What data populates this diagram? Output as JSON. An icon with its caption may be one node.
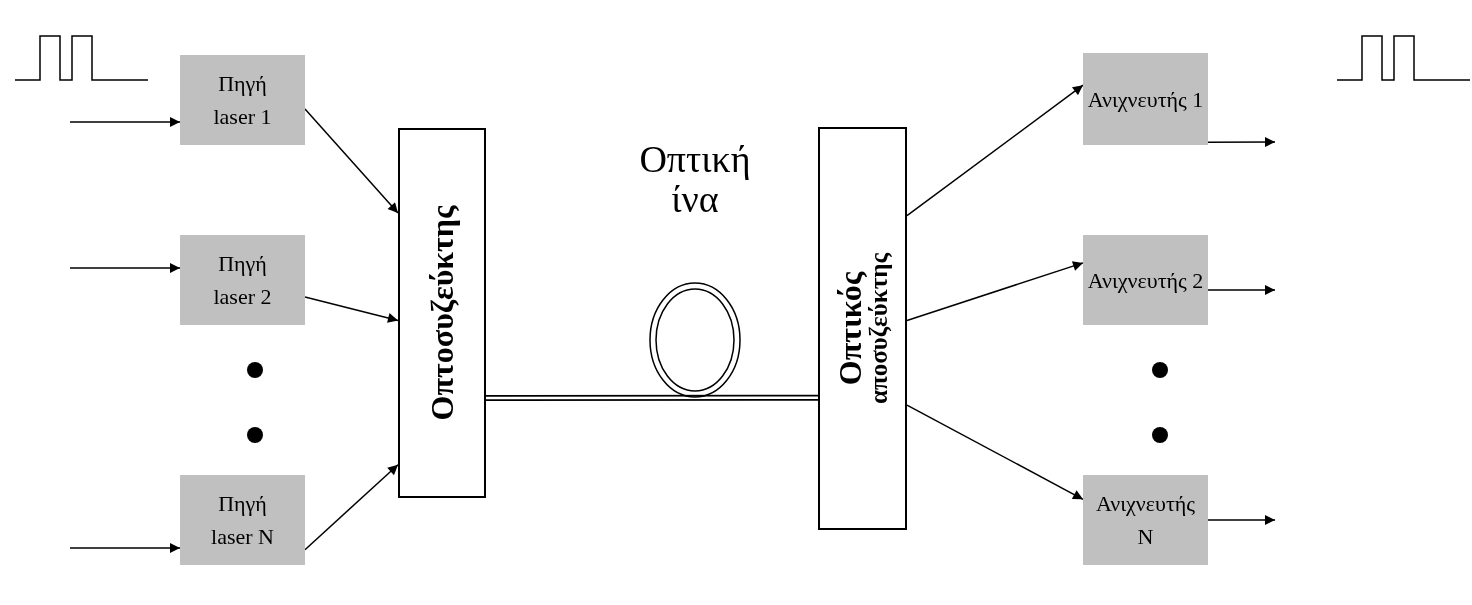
{
  "diagram": {
    "nodes": [
      {
        "text": [
          "Πηγή laser  1"
        ]
      },
      {
        "text": [
          "Πηγή laser  2"
        ]
      },
      {
        "text": [
          "Πηγή laser  N"
        ]
      },
      {
        "text": [
          "Οπτοσυζεύκτης"
        ]
      },
      {
        "text": [
          "Οπτικός",
          "αποσυζεύκτης"
        ]
      },
      {
        "text": [
          "Ανιχνευτής 1"
        ]
      },
      {
        "text": [
          "Ανιχνευτής 2"
        ]
      },
      {
        "text": [
          "Ανιχνευτής N"
        ]
      },
      {
        "text": [
          "Οπτική ίνα"
        ]
      }
    ],
    "edges": [
      {
        "from": null,
        "to": 0,
        "arrow": "to"
      },
      {
        "from": null,
        "to": 1,
        "arrow": "to"
      },
      {
        "from": null,
        "to": 2,
        "arrow": "to"
      },
      {
        "from": 0,
        "to": 3,
        "arrow": "to"
      },
      {
        "from": 1,
        "to": 3,
        "arrow": "to"
      },
      {
        "from": 2,
        "to": 3,
        "arrow": "to"
      },
      {
        "from": 4,
        "to": 5,
        "arrow": "to"
      },
      {
        "from": 4,
        "to": 6,
        "arrow": "to"
      },
      {
        "from": 4,
        "to": 7,
        "arrow": "to"
      },
      {
        "from": 5,
        "to": null,
        "arrow": "to"
      },
      {
        "from": 6,
        "to": null,
        "arrow": "to"
      },
      {
        "from": 7,
        "to": null,
        "arrow": "to"
      },
      {
        "from": 3,
        "to": 4,
        "arrow": "none",
        "style": "thick"
      }
    ]
  }
}
